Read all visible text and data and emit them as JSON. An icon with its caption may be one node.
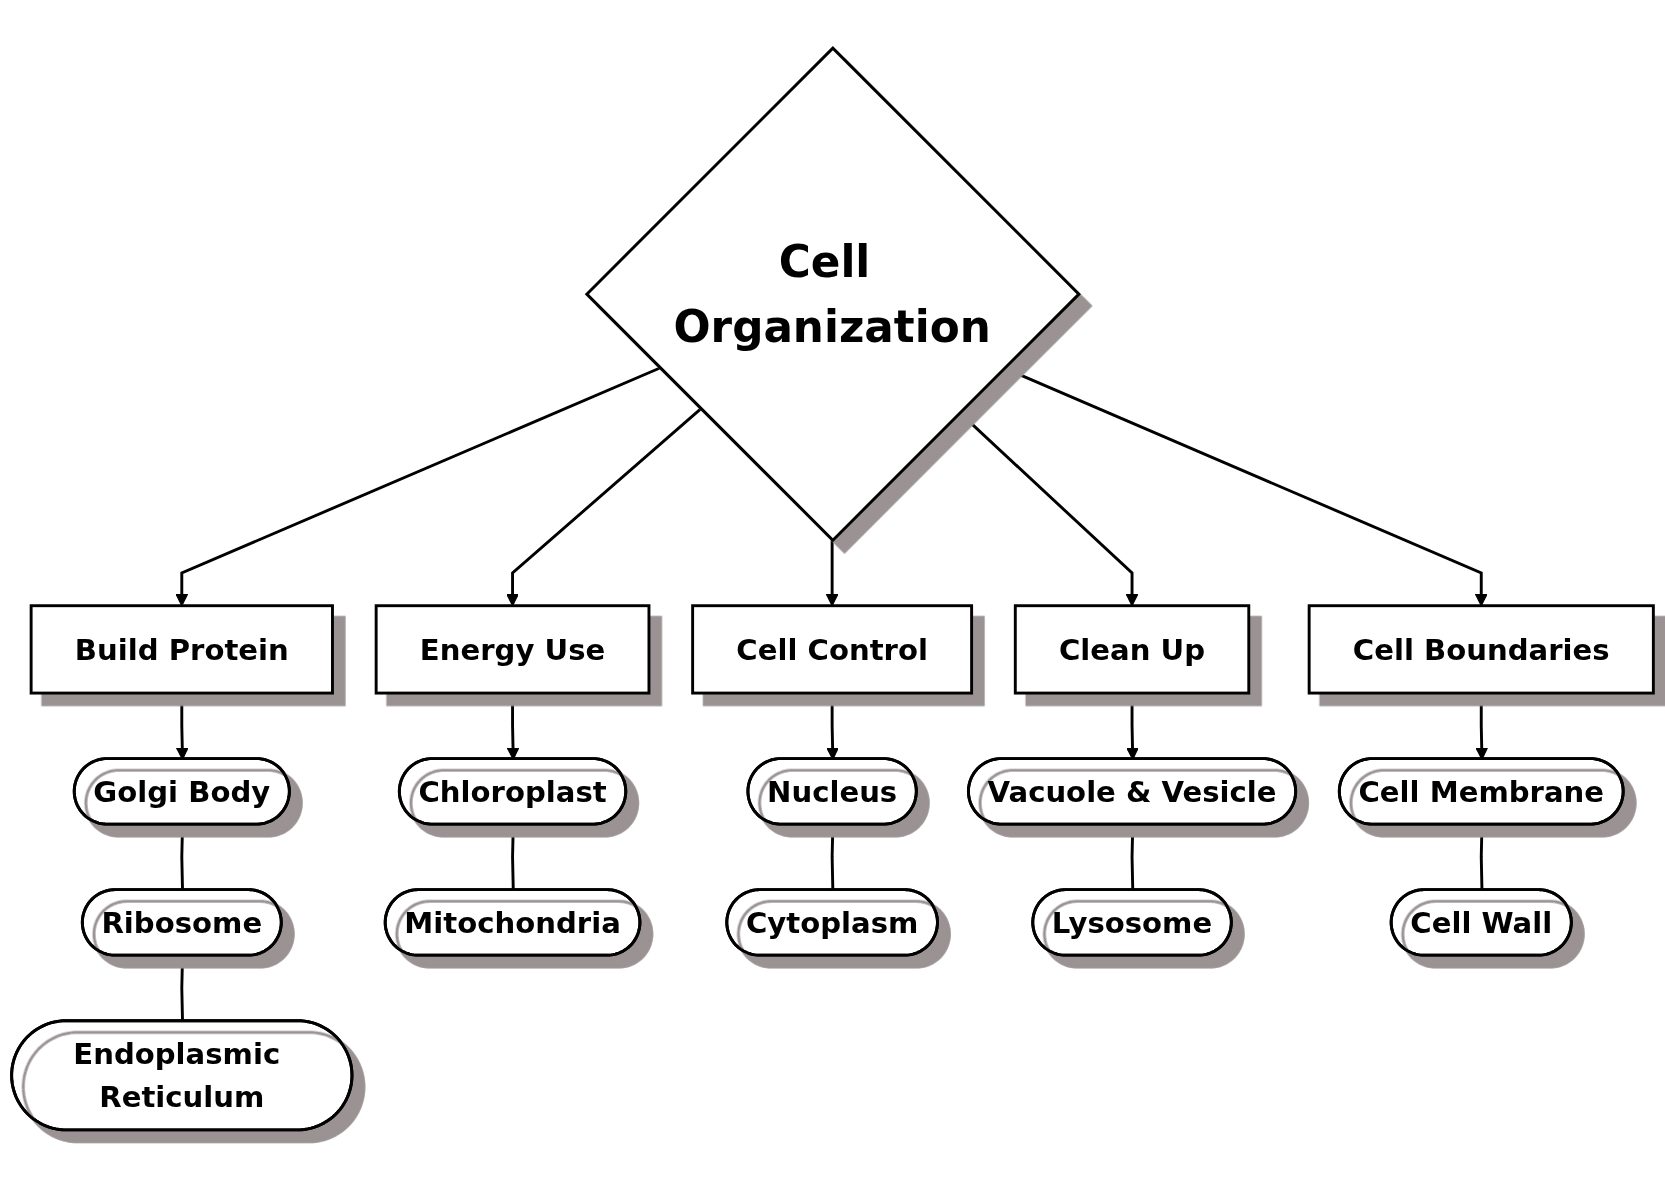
{
  "diagram": {
    "nodes": [
      {
        "text": [
          "Cell Organization"
        ]
      },
      {
        "text": [
          "Build Protein"
        ]
      },
      {
        "text": [
          "Energy Use"
        ]
      },
      {
        "text": [
          "Cell Control"
        ]
      },
      {
        "text": [
          "Clean Up"
        ]
      },
      {
        "text": [
          "Cell Boundaries"
        ]
      },
      {
        "text": [
          "Golgi Body"
        ]
      },
      {
        "text": [
          "Chloroplast"
        ]
      },
      {
        "text": [
          "Nucleus"
        ]
      },
      {
        "text": [
          "Vacuole & Vesicle"
        ]
      },
      {
        "text": [
          "Cell Membrane"
        ]
      },
      {
        "text": [
          "Ribosome"
        ]
      },
      {
        "text": [
          "Mitochondria"
        ]
      },
      {
        "text": [
          "Cytoplasm"
        ]
      },
      {
        "text": [
          "Lysosome"
        ]
      },
      {
        "text": [
          "Cell Wall"
        ]
      },
      {
        "text": [
          "Endoplasmic Reticulum"
        ]
      }
    ],
    "edges": [
      {
        "from": 0,
        "to": 1,
        "arrow": "to"
      },
      {
        "from": 0,
        "to": 2,
        "arrow": "to"
      },
      {
        "from": 0,
        "to": 3,
        "arrow": "to"
      },
      {
        "from": 0,
        "to": 4,
        "arrow": "to"
      },
      {
        "from": 0,
        "to": 5,
        "arrow": "to"
      },
      {
        "from": 1,
        "to": 6,
        "arrow": "to"
      },
      {
        "from": 2,
        "to": 7,
        "arrow": "to"
      },
      {
        "from": 3,
        "to": 8,
        "arrow": "to"
      },
      {
        "from": 4,
        "to": 9,
        "arrow": "to"
      },
      {
        "from": 5,
        "to": 10,
        "arrow": "to"
      },
      {
        "from": 6,
        "to": 11,
        "arrow": "none"
      },
      {
        "from": 11,
        "to": 16,
        "arrow": "none"
      },
      {
        "from": 7,
        "to": 12,
        "arrow": "none"
      },
      {
        "from": 8,
        "to": 13,
        "arrow": "none"
      },
      {
        "from": 9,
        "to": 14,
        "arrow": "none"
      },
      {
        "from": 10,
        "to": 15,
        "arrow": "none"
      }
    ]
  }
}
